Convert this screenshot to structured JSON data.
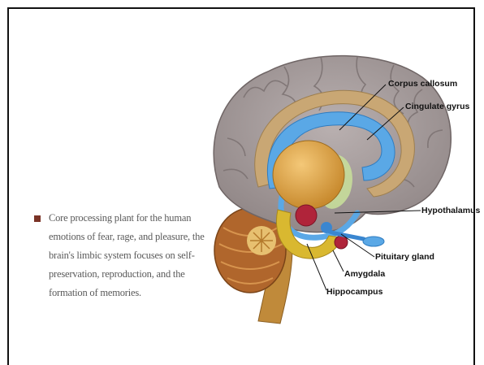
{
  "slide": {
    "paragraph_lines": [
      "Core processing plant for the human",
      "emotions of fear, rage, and pleasure, the",
      "brain's limbic system focuses on self-",
      "preservation, reproduction, and the",
      "formation of memories."
    ]
  },
  "diagram": {
    "labels": {
      "corpus_callosum": "Corpus callosum",
      "cingulate_gyrus": "Cingulate gyrus",
      "hypothalamus": "Hypothalamus",
      "pituitary_gland": "Pituitary gland",
      "amygdala": "Amygdala",
      "hippocampus": "Hippocampus"
    },
    "colors": {
      "cortex": "#a49a9a",
      "corpus_callosum": "#5aa8e6",
      "thalamus": "#e0a648",
      "cingulate": "#c9a774",
      "amygdala": "#b0243a",
      "hippocampus": "#d9b830",
      "cerebellum": "#b0662c",
      "brainstem": "#c08a3a",
      "bullet": "#7a3326"
    }
  }
}
